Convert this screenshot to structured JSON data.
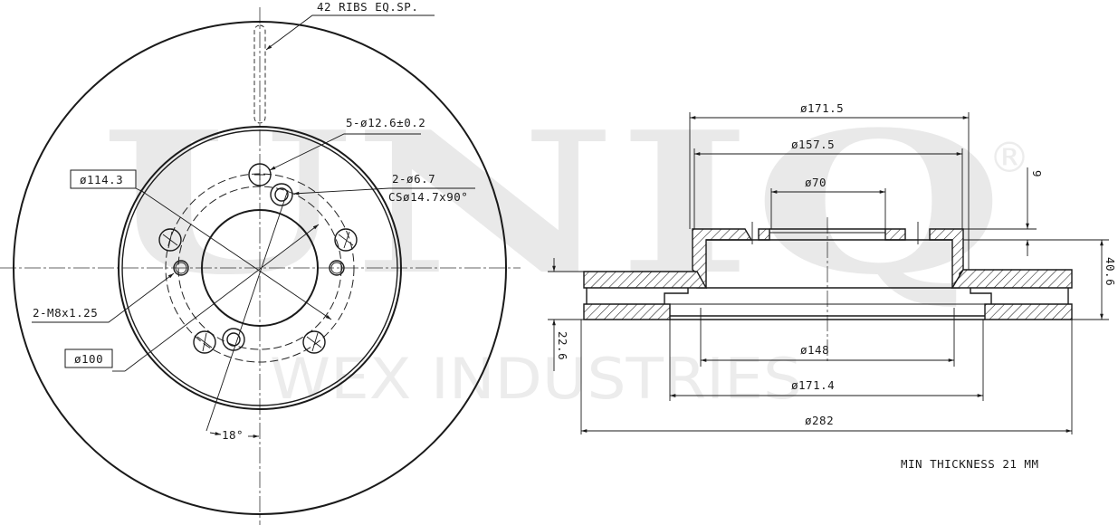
{
  "watermark": {
    "brand": "UNIQ",
    "registered_mark": "®",
    "company": "WEX INDUSTRIES",
    "color": "#e9e9e9"
  },
  "front_view": {
    "ribs_label": "42 RIBS EQ.SP.",
    "stud_holes_label": "5-ø12.6±0.2",
    "countersink_label_line1": "2-ø6.7",
    "countersink_label_line2": "CSø14.7x90°",
    "pcd_label": "ø114.3",
    "thread_label": "2-M8x1.25",
    "inner_pcd_label": "ø100",
    "angle_label": "18°"
  },
  "section_view": {
    "dims": {
      "hat_outer_diameter": "ø171.5",
      "hat_inner_diameter": "ø157.5",
      "center_bore": "ø70",
      "hat_thickness": "9",
      "overall_height": "40.6",
      "disc_thickness": "22.6",
      "vent_diameter": "ø148",
      "inner_friction_diameter": "ø171.4",
      "outer_diameter": "ø282"
    },
    "note": "MIN THICKNESS 21 MM"
  },
  "colors": {
    "line": "#1a1a1a",
    "background": "#ffffff",
    "watermark": "#e9e9e9"
  }
}
